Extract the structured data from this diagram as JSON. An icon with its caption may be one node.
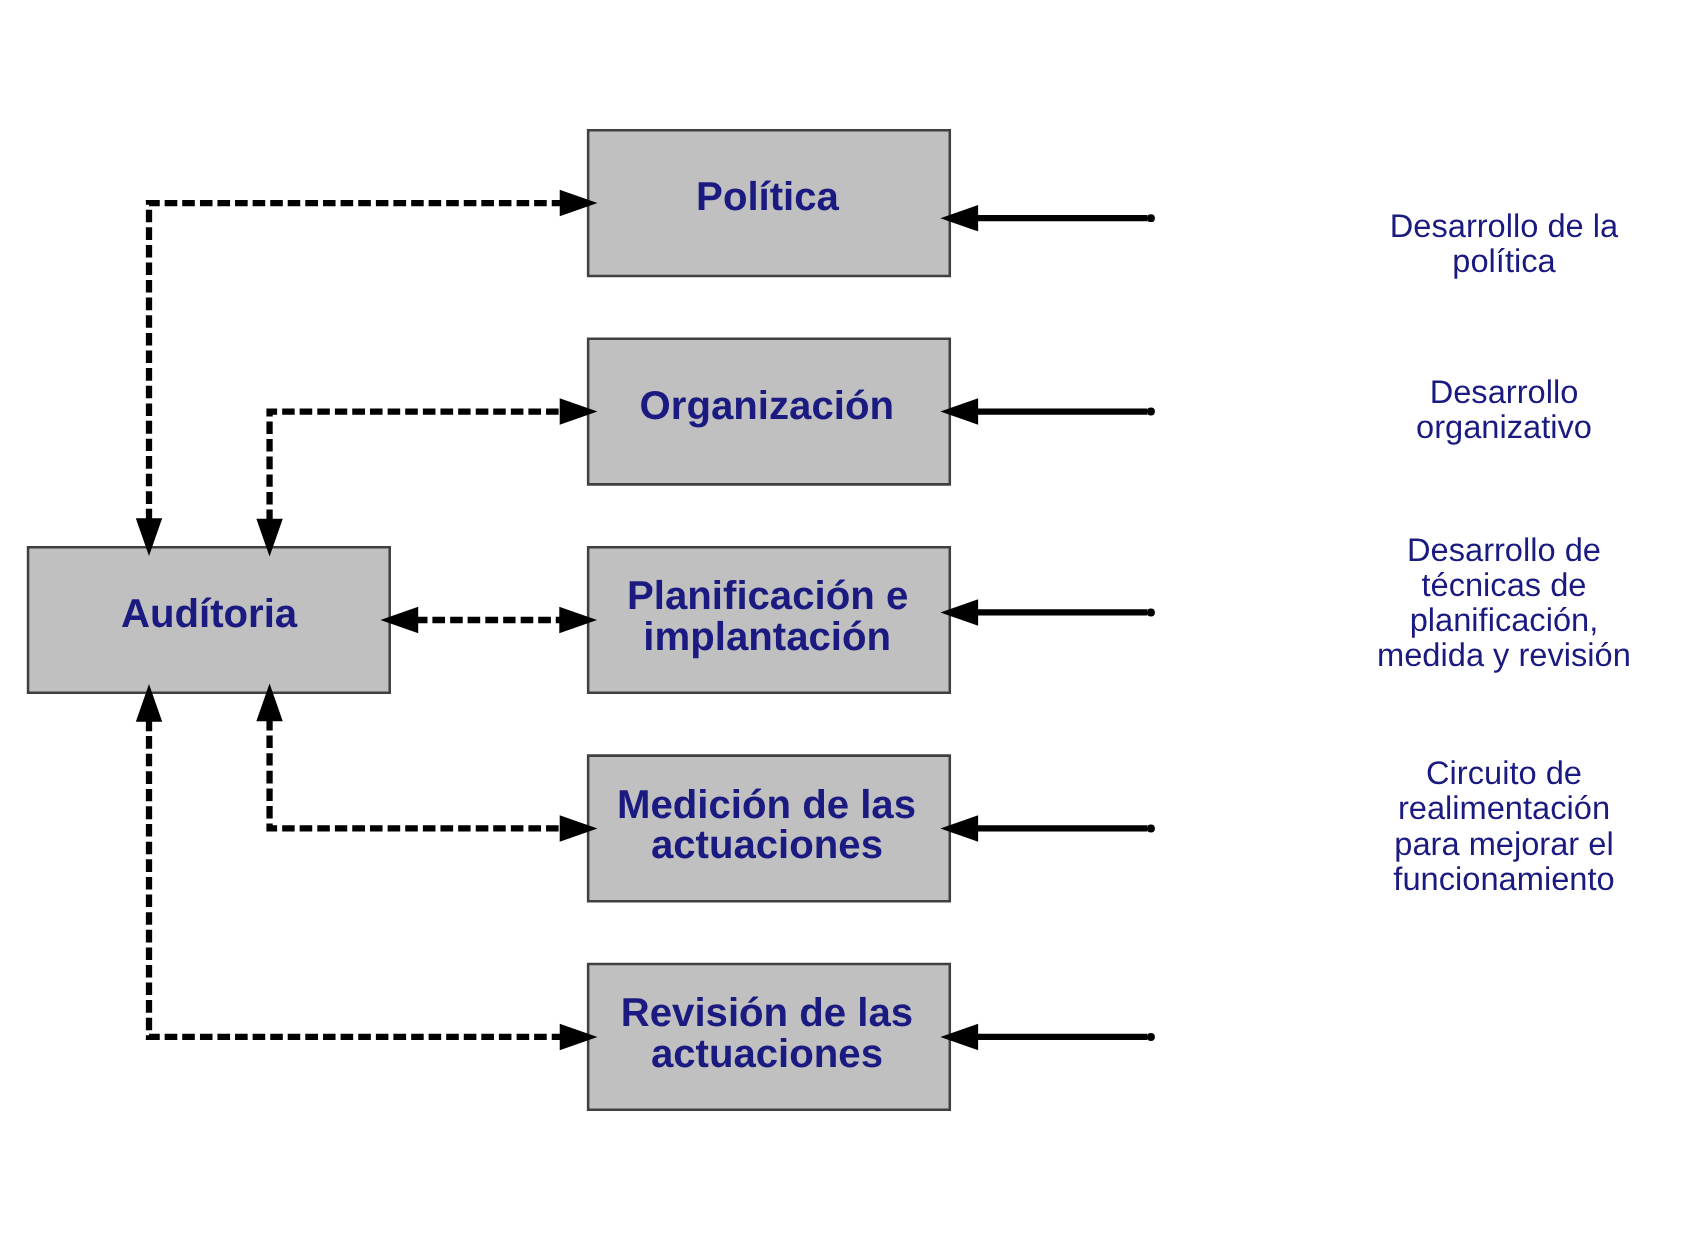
{
  "diagram": {
    "nodes": [
      {
        "text": [
          "Política"
        ]
      },
      {
        "text": [
          "Organización"
        ]
      },
      {
        "text": [
          "Planificación e implantación"
        ]
      },
      {
        "text": [
          "Medición de las actuaciones"
        ]
      },
      {
        "text": [
          "Revisión de las actuaciones"
        ]
      },
      {
        "text": [
          "Audítoria"
        ]
      }
    ],
    "edges": [
      {
        "from": 5,
        "to": 0,
        "arrow": "both",
        "style": "dashed"
      },
      {
        "from": 5,
        "to": 1,
        "arrow": "both",
        "style": "dashed"
      },
      {
        "from": 5,
        "to": 2,
        "arrow": "both",
        "style": "dashed"
      },
      {
        "from": 5,
        "to": 3,
        "arrow": "both",
        "style": "dashed"
      },
      {
        "from": 5,
        "to": 4,
        "arrow": "both",
        "style": "dashed"
      },
      {
        "from": null,
        "to": 0,
        "arrow": "to"
      },
      {
        "from": null,
        "to": 1,
        "arrow": "to"
      },
      {
        "from": null,
        "to": 2,
        "arrow": "to"
      },
      {
        "from": null,
        "to": 3,
        "arrow": "to"
      },
      {
        "from": null,
        "to": 4,
        "arrow": "to"
      }
    ],
    "labels": [
      "Desarrollo de la política",
      "Desarrollo organizativo",
      "Desarrollo de técnicas de planificación, medida y revisión",
      "Circuito de realimentación para mejorar el funcionamiento"
    ]
  }
}
